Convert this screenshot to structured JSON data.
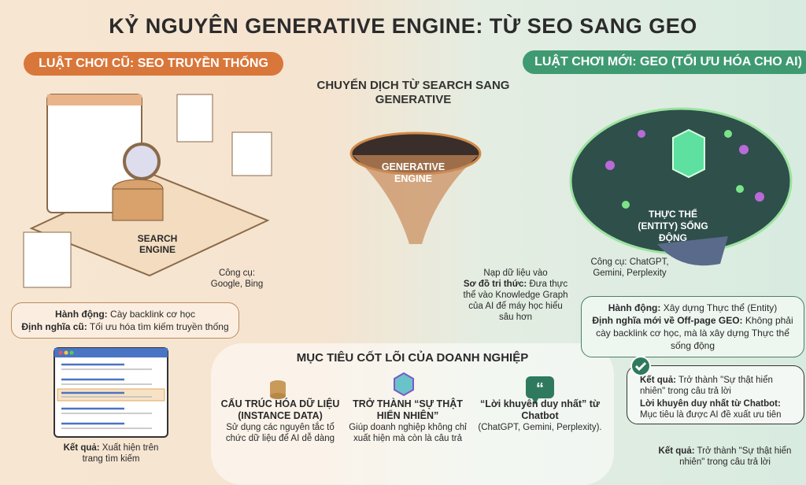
{
  "title": "KỶ NGUYÊN GENERATIVE ENGINE: TỪ SEO SANG GEO",
  "old_rules": "LUẬT CHƠI CŨ: SEO TRUYỀN THỐNG",
  "new_rules": "LUẬT CHƠI MỚI: GEO (TỐI ƯU HÓA CHO AI)",
  "shift_title": "CHUYỂN DỊCH TỪ SEARCH SANG GENERATIVE",
  "funnel_label": "GENERATIVE ENGINE",
  "search_engine_label": "SEARCH ENGINE",
  "entity_label": "THỰC THỂ (ENTITY) SỐNG ĐỘNG",
  "old_tools": {
    "label": "Công cụ:",
    "value": "Google, Bing"
  },
  "new_tools": {
    "label": "Công cụ:",
    "value": "ChatGPT, Gemini, Perplexity"
  },
  "knowledge": {
    "line1": "Nạp dữ liệu vào",
    "label": "Sơ đồ tri thức:",
    "value": "Đưa thực thể vào Knowledge Graph của AI để máy học hiểu sâu hơn"
  },
  "old_bubble": {
    "action_label": "Hành động:",
    "action": "Cày backlink cơ học",
    "def_label": "Định nghĩa cũ:",
    "def": "Tối ưu hóa tìm kiếm truyền thống"
  },
  "old_result": {
    "label": "Kết quả:",
    "value": "Xuất hiện trên trang tìm kiếm"
  },
  "new_bubble": {
    "action_label": "Hành động:",
    "action": "Xây dựng Thực thể (Entity)",
    "def_label": "Định nghĩa mới về Off-page GEO:",
    "def": "Không phải cày backlink cơ học, mà là xây dựng Thực thể sống động"
  },
  "new_box": {
    "r_label": "Kết quả:",
    "r_value": "Trở thành \"Sự thật hiển nhiên\" trong câu trả lời",
    "a_label": "Lời khuyên duy nhất từ Chatbot:",
    "a_value": "Mục tiêu là được AI đề xuất ưu tiên"
  },
  "new_result": {
    "label": "Kết quả:",
    "value": "Trở thành \"Sự thật hiển nhiên\" trong câu trả lời"
  },
  "goals": {
    "title": "MỤC TIÊU CỐT LÕI CỦA DOANH NGHIỆP",
    "items": [
      {
        "title": "CẤU TRÚC HÓA DỮ LIỆU (INSTANCE DATA)",
        "text": "Sử dụng các nguyên tắc tổ chức dữ liệu để AI dễ dàng"
      },
      {
        "title": "TRỞ THÀNH “SỰ THẬT HIỂN NHIÊN”",
        "text": "Giúp doanh nghiệp không chỉ xuất hiện mà còn là câu trả"
      },
      {
        "title": "“Lời khuyên duy nhất” từ Chatbot",
        "text": "(ChatGPT, Gemini, Perplexity)."
      }
    ]
  },
  "colors": {
    "orange": "#d9773a",
    "green": "#3f9a72",
    "blue": "#4a74c4"
  }
}
